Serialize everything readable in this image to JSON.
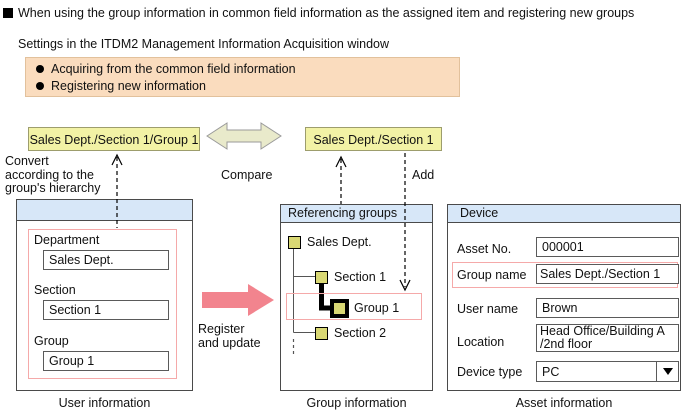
{
  "title": "When using the group information in common field information as the assigned item and registering new groups",
  "subtitle": "Settings in the ITDM2 Management Information Acquisition window",
  "settings_box": {
    "items": [
      "Acquiring from the common field information",
      "Registering new information"
    ]
  },
  "flow": {
    "converted_path": "Sales Dept./Section 1/Group 1",
    "acquired_path": "Sales Dept./Section 1",
    "convert_note": "Convert\naccording to the\ngroup's hierarchy",
    "compare_label": "Compare",
    "add_label": "Add",
    "register_note": "Register\nand update"
  },
  "user_panel": {
    "caption": "User information",
    "fields": [
      {
        "label": "Department",
        "value": "Sales Dept."
      },
      {
        "label": "Section",
        "value": "Section 1"
      },
      {
        "label": "Group",
        "value": "Group 1"
      }
    ]
  },
  "group_panel": {
    "header": "Referencing groups",
    "caption": "Group information",
    "tree": [
      "Sales Dept.",
      "Section 1",
      "Group 1",
      "Section 2"
    ]
  },
  "asset_panel": {
    "header": "Device",
    "caption": "Asset information",
    "fields": [
      {
        "label": "Asset No.",
        "value": "000001"
      },
      {
        "label": "Group name",
        "value": "Sales Dept./Section 1"
      },
      {
        "label": "User name",
        "value": "Brown"
      },
      {
        "label": "Location",
        "value": "Head Office/Building A\n/2nd floor"
      },
      {
        "label": "Device type",
        "value": "PC"
      }
    ]
  },
  "colors": {
    "panel_header_blue": "#D7E7F8",
    "highlight_pink_outline": "#F5A9A9",
    "path_label_yellow": "#F2F2A5",
    "settings_peach": "#FADCBE",
    "register_arrow_pink": "#F2848E",
    "compare_arrow_beige": "#E9EACB",
    "tree_node_yellow": "#D9D874"
  }
}
